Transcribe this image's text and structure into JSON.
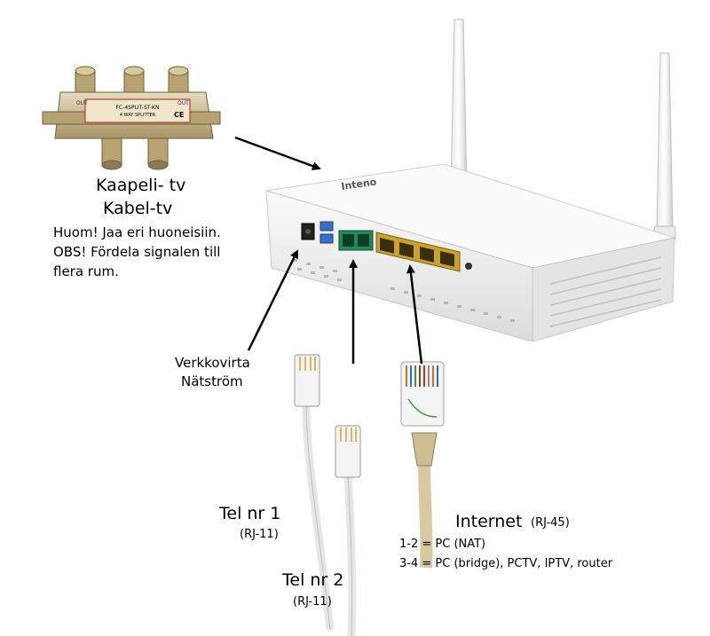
{
  "splitter": {
    "port_label": "OUT",
    "model_text": "FC-4SPLIT-ST-KN",
    "sub_text": "4 WAY SPLITTER",
    "ce_mark": "CE"
  },
  "router_brand": "Inteno",
  "labels": {
    "cable_tv_fi": "Kaapeli- tv",
    "cable_tv_sv": "Kabel-tv",
    "note_fi": "Huom! Jaa eri huoneisiin.",
    "note_sv_1": "OBS! Fördela signalen till",
    "note_sv_2": "flera rum.",
    "power_fi": "Verkkovirta",
    "power_sv": "Nätström",
    "tel1": "Tel nr 1",
    "tel1_type": "(RJ-11)",
    "tel2": "Tel nr 2",
    "tel2_type": "(RJ-11)",
    "internet": "Internet",
    "internet_type": "(RJ-45)",
    "ports_1_2": "1-2 = PC  (NAT)",
    "ports_3_4": "3-4 = PC (bridge), PCTV, IPTV, router"
  },
  "colors": {
    "router_body": "#f1f1f1",
    "lan_port": "#c9a227",
    "phone_port": "#1e8a5a",
    "ethernet_cable": "#d8c9a3",
    "phone_cable": "#e8e8e8",
    "splitter_metal": "#c9b98f",
    "arrow": "#000000"
  }
}
